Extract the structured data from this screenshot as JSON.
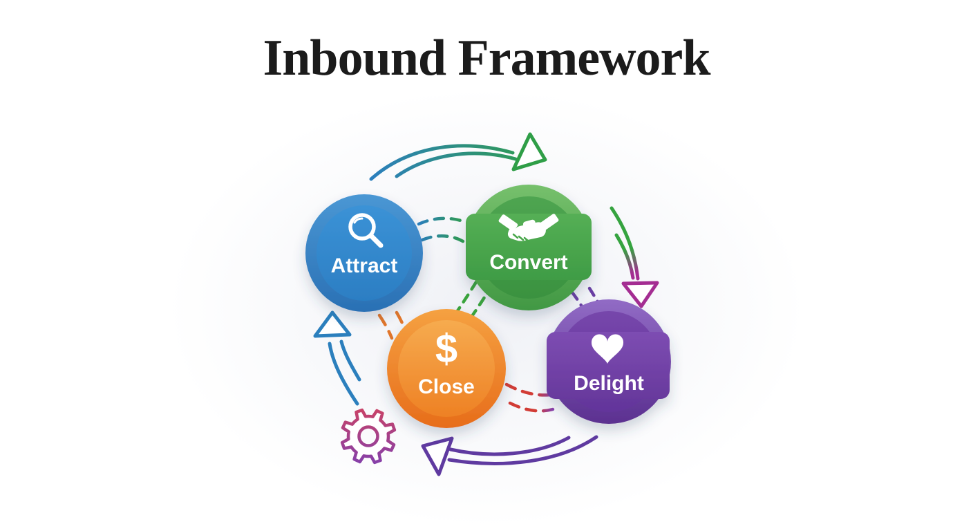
{
  "title": "Inbound Framework",
  "flow_stages": [
    "Attract",
    "Convert",
    "Close",
    "Delight"
  ],
  "nodes": [
    {
      "id": "attract",
      "label": "Attract",
      "icon": "magnifying-glass-icon",
      "shape": "circle",
      "color": "#2e86c6"
    },
    {
      "id": "convert",
      "label": "Convert",
      "icon": "handshake-icon",
      "shape": "circle-with-banner",
      "color": "#47a449"
    },
    {
      "id": "close",
      "label": "Close",
      "icon": "dollar-sign-icon",
      "icon_glyph": "$",
      "shape": "circle",
      "color": "#ee8226"
    },
    {
      "id": "delight",
      "label": "Delight",
      "icon": "heart-icon",
      "shape": "circle-with-banner",
      "color": "#7143a8"
    }
  ],
  "arrows": [
    {
      "from": "Attract",
      "to": "Convert",
      "position": "top",
      "colors": [
        "#2b7fbd",
        "#2f9e47"
      ]
    },
    {
      "from": "Convert",
      "to": "Delight",
      "position": "right",
      "colors": [
        "#35a33f",
        "#a42d92"
      ]
    },
    {
      "from": "Delight",
      "to": "Close",
      "position": "bottom",
      "colors": [
        "#5f3aa0"
      ]
    },
    {
      "from": "Close",
      "to": "Attract",
      "position": "left",
      "colors": [
        "#2b7fbd"
      ]
    }
  ],
  "dashed_links": [
    {
      "between": [
        "Attract",
        "Convert"
      ],
      "colors": [
        "#2b7fbd",
        "#2f9e47"
      ]
    },
    {
      "between": [
        "Attract",
        "Close"
      ],
      "colors": [
        "#e2762a"
      ]
    },
    {
      "between": [
        "Convert",
        "Close"
      ],
      "colors": [
        "#3aa43c"
      ]
    },
    {
      "between": [
        "Convert",
        "Delight"
      ],
      "colors": [
        "#6b3fa4"
      ]
    },
    {
      "between": [
        "Close",
        "Delight"
      ],
      "colors": [
        "#d23c35",
        "#8a3fae"
      ]
    }
  ],
  "decorations": [
    {
      "id": "gear",
      "icon": "gear-icon",
      "colors": [
        "#c84268",
        "#8440ab"
      ]
    }
  ]
}
